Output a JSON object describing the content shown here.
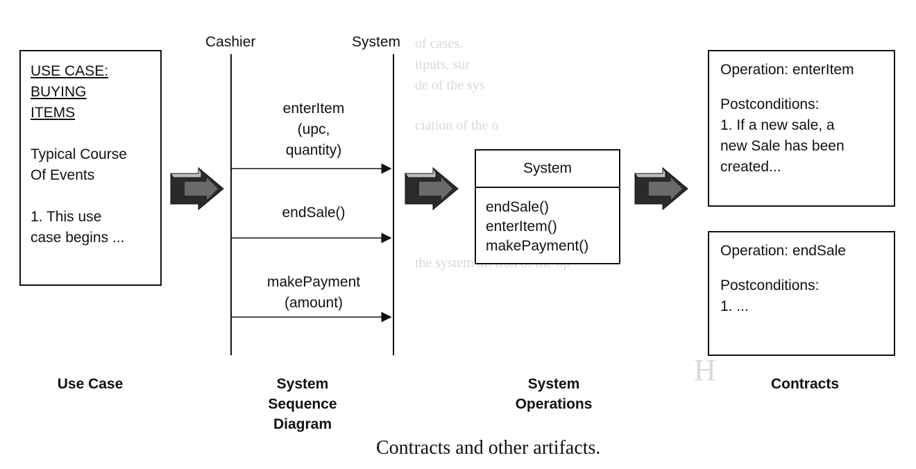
{
  "use_case": {
    "title_lines": [
      "USE CASE:",
      "BUYING",
      "ITEMS"
    ],
    "course_lines": [
      "Typical Course",
      "Of Events"
    ],
    "step_lines": [
      "1. This use",
      "case begins ..."
    ]
  },
  "sequence": {
    "actor_cashier": "Cashier",
    "actor_system": "System",
    "messages": [
      {
        "lines": [
          "enterItem",
          "(upc,",
          "quantity)"
        ]
      },
      {
        "lines": [
          "endSale()"
        ]
      },
      {
        "lines": [
          "makePayment",
          "(amount)"
        ]
      }
    ]
  },
  "system_class": {
    "name": "System",
    "operations": [
      "endSale()",
      "enterItem()",
      "makePayment()"
    ]
  },
  "contracts": [
    {
      "operation": "Operation: enterItem",
      "postconditions_label": "Postconditions:",
      "post_lines": [
        "1. If a new sale, a",
        "new Sale  has been",
        "created..."
      ]
    },
    {
      "operation": "Operation: endSale",
      "postconditions_label": "Postconditions:",
      "post_lines": [
        "1. ..."
      ]
    }
  ],
  "column_labels": {
    "use_case": "Use Case",
    "ssd": [
      "System",
      "Sequence",
      "Diagram"
    ],
    "system_operations": [
      "System",
      "Operations"
    ],
    "contracts": "Contracts"
  },
  "caption": "Contracts and other artifacts."
}
